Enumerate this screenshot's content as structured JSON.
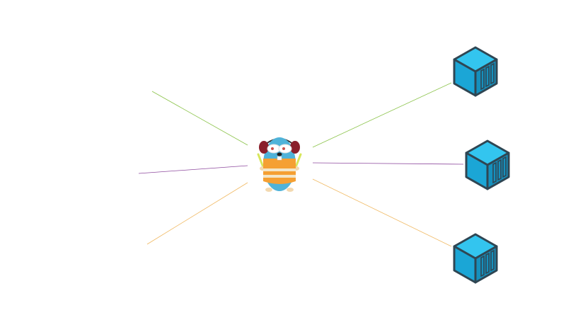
{
  "diagram": {
    "hub": {
      "icon": "gopher-traffic-controller-icon"
    },
    "targets": [
      {
        "icon": "container-icon"
      },
      {
        "icon": "container-icon"
      },
      {
        "icon": "container-icon"
      }
    ],
    "links": [
      {
        "from": "left-top",
        "to": "hub",
        "color": "#8bc34a"
      },
      {
        "from": "left-middle",
        "to": "hub",
        "color": "#8e4a9e"
      },
      {
        "from": "left-bottom",
        "to": "hub",
        "color": "#f0b860"
      },
      {
        "from": "hub",
        "to": "container-top",
        "color": "#8bc34a"
      },
      {
        "from": "hub",
        "to": "container-middle",
        "color": "#8e4a9e"
      },
      {
        "from": "hub",
        "to": "container-bottom",
        "color": "#f0b860"
      }
    ],
    "colors": {
      "container_front": "#1ba6d6",
      "container_top": "#33c5ef",
      "container_side": "#1590bd",
      "container_outline": "#2f4653",
      "gopher_body": "#4fb3d9",
      "gopher_vest": "#f5a033",
      "gopher_stripe": "#f3e6c8",
      "earmuffs": "#8a1f2b",
      "wands": "#d7e65a"
    }
  }
}
